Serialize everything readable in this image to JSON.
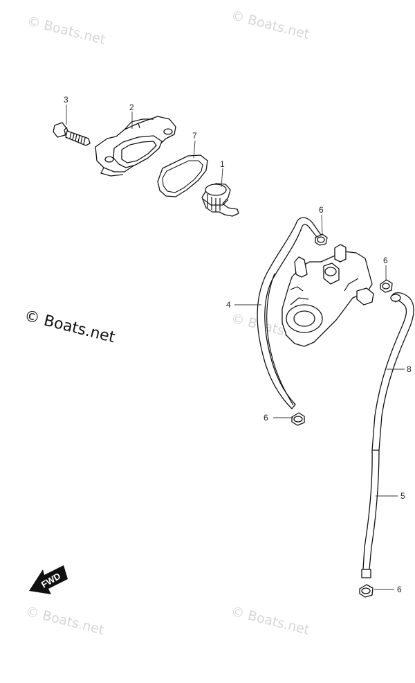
{
  "watermarks": {
    "top_left": "© Boats.net",
    "top_right": "© Boats.net",
    "center": "© Boats.net",
    "bottom_left": "© Boats.net",
    "bottom_right": "© Boats.net"
  },
  "main_watermark": "© Boats.net",
  "fwd_label": "FWD",
  "callouts": {
    "c1": "1",
    "c2": "2",
    "c3": "3",
    "c4": "4",
    "c5": "5",
    "c6a": "6",
    "c6b": "6",
    "c6c": "6",
    "c6d": "6",
    "c7": "7",
    "c8": "8"
  }
}
